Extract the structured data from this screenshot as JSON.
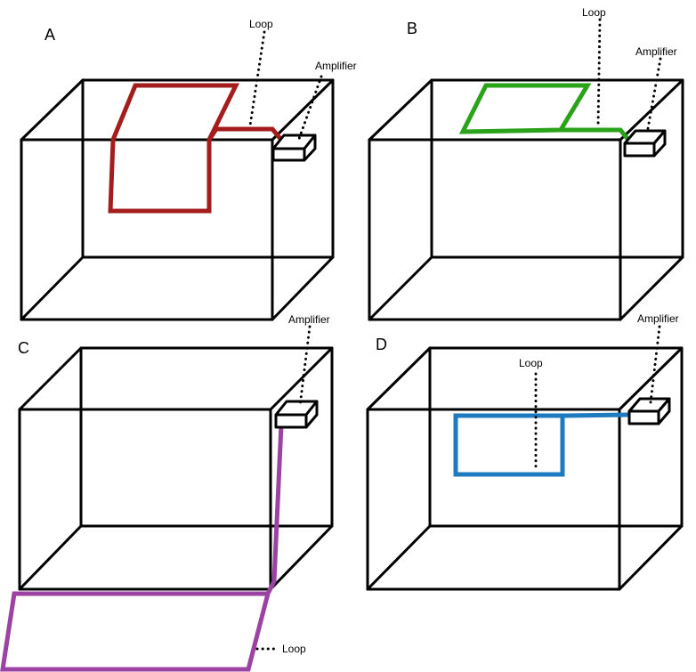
{
  "colors": {
    "edge": "#000000",
    "loop_a": "#a31d1d",
    "loop_b": "#2aa21a",
    "loop_c": "#9b42a3",
    "loop_d": "#1f7bbf"
  },
  "panels": [
    {
      "letter": "A",
      "loop_label": "Loop",
      "amplifier_label": "Amplifier"
    },
    {
      "letter": "B",
      "loop_label": "Loop",
      "amplifier_label": "Amplifier"
    },
    {
      "letter": "C",
      "loop_label": "Loop",
      "amplifier_label": "Amplifier"
    },
    {
      "letter": "D",
      "loop_label": "Loop",
      "amplifier_label": "Amplifier"
    }
  ]
}
